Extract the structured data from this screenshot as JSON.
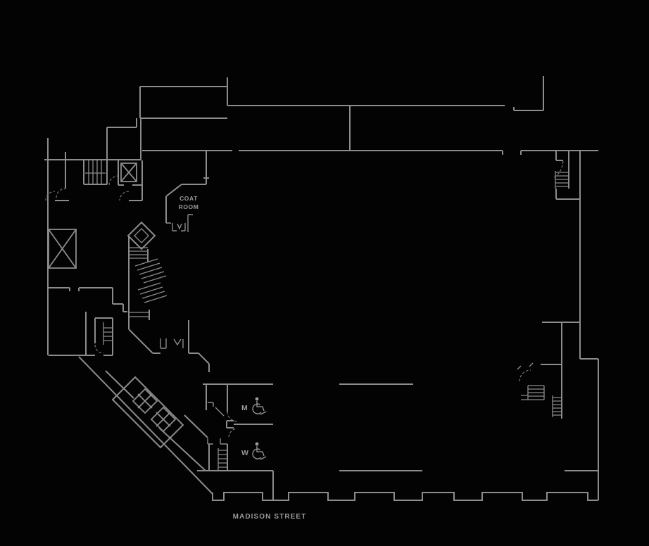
{
  "floor_plan": {
    "type": "architectural-floor-plan",
    "labels": {
      "coat_room_line1": "COAT",
      "coat_room_line2": "ROOM",
      "mens_room": "M",
      "womens_room": "W",
      "street": "MADISON STREET"
    },
    "icons": {
      "mens_accessible": "wheelchair-icon",
      "womens_accessible": "wheelchair-icon",
      "elevator_shafts": "x-box-elevator-icon",
      "stair_runs": "stair-tread-icon",
      "doors": "door-swing-arc-icon"
    },
    "colors": {
      "background": "#030303",
      "line": "#8c8c8c",
      "text": "#9a9a9a"
    }
  }
}
